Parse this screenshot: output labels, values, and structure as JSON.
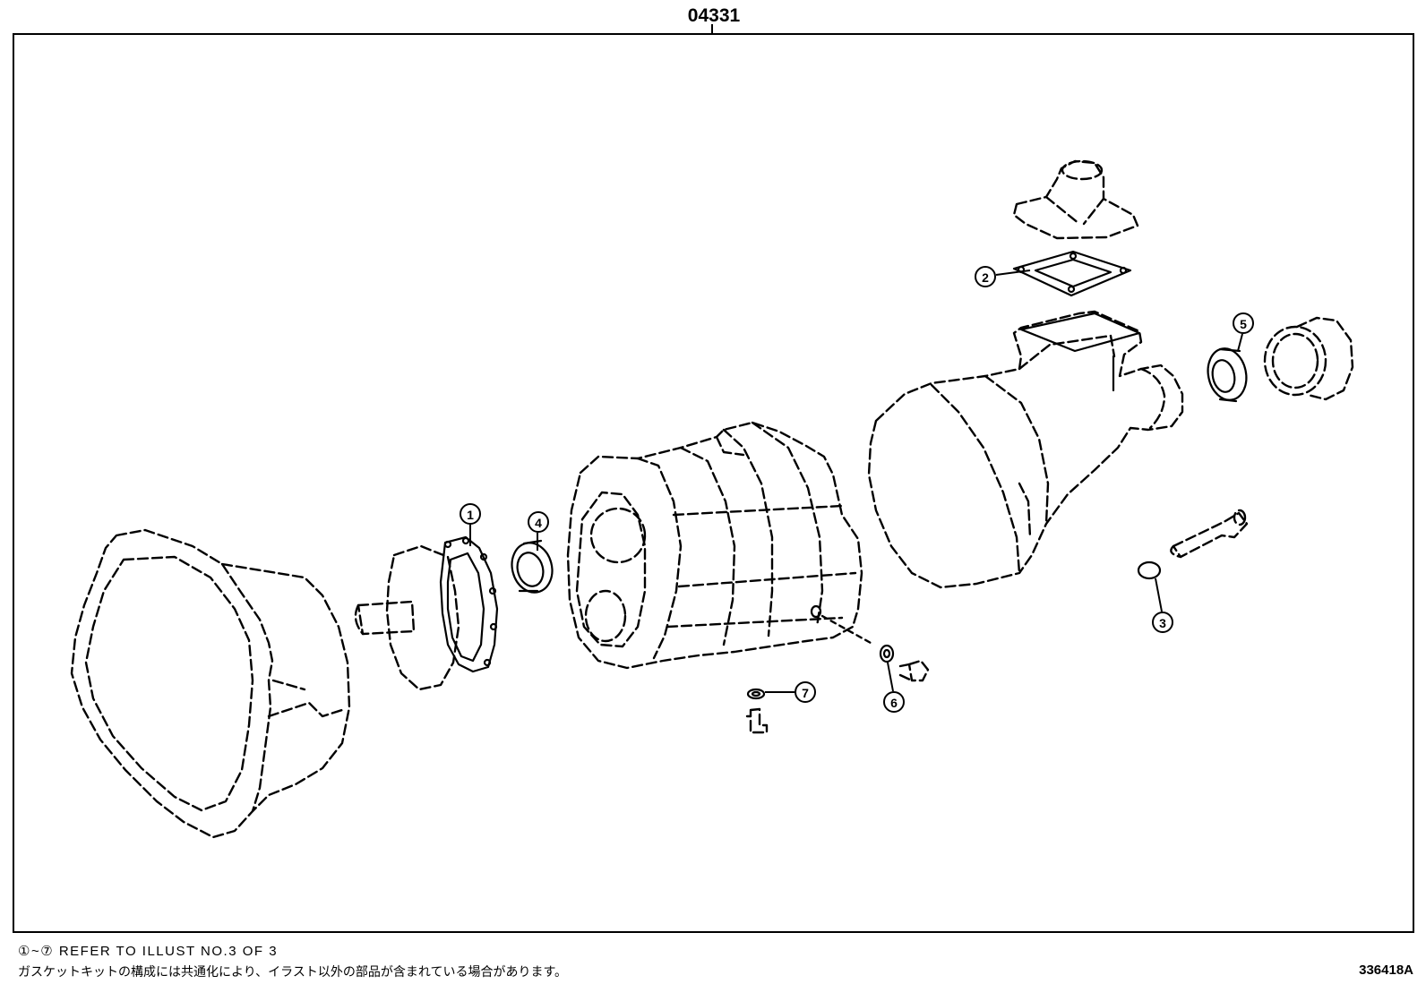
{
  "diagram": {
    "assembly_ref": "04331",
    "callouts": [
      {
        "id": "1",
        "label": "1"
      },
      {
        "id": "2",
        "label": "2"
      },
      {
        "id": "3",
        "label": "3"
      },
      {
        "id": "4",
        "label": "4"
      },
      {
        "id": "5",
        "label": "5"
      },
      {
        "id": "6",
        "label": "6"
      },
      {
        "id": "7",
        "label": "7"
      }
    ]
  },
  "footer": {
    "note": "①~⑦ REFER TO ILLUST NO.3 OF 3",
    "japanese_note": "ガスケットキットの構成には共通化により、イラスト以外の部品が含まれている場合があります。",
    "illustration_id": "336418A"
  }
}
